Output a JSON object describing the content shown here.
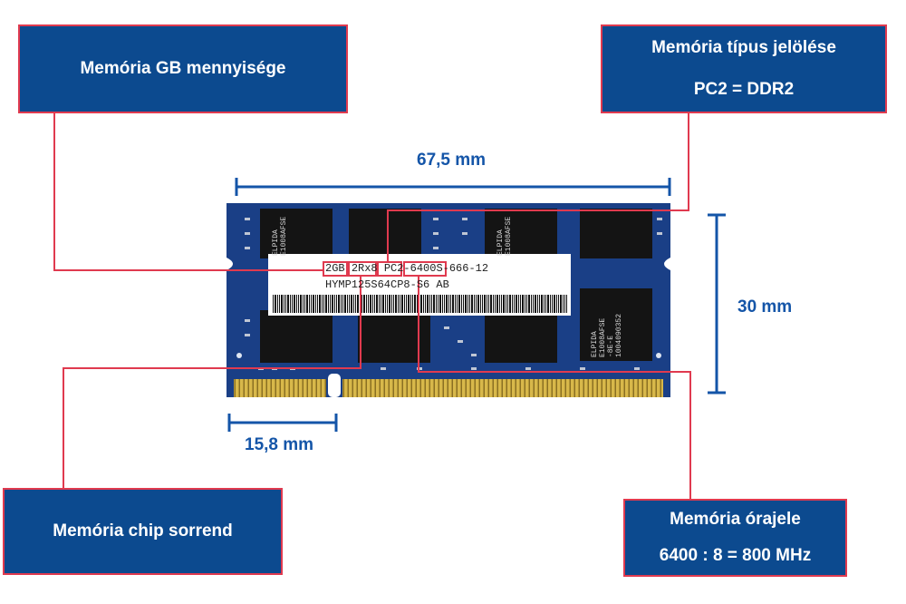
{
  "callouts": {
    "gb_amount": "Memória GB mennyisége",
    "type_marking_line1": "Memória típus jelölése",
    "type_marking_line2": "PC2 = DDR2",
    "chip_order": "Memória chip sorrend",
    "clock_line1": "Memória órajele",
    "clock_line2": "6400 : 8 = 800 MHz"
  },
  "dimensions": {
    "width": "67,5 mm",
    "height": "30 mm",
    "notch": "15,8 mm"
  },
  "module_label": {
    "line1_parts": [
      "2GB",
      "2Rx8",
      "PC2-",
      "6400S-",
      "666-12"
    ],
    "line2": "HYMP125S64CP8-S6 AB"
  },
  "chip_marking": [
    "ELPIDA",
    "E1008AFSE",
    "-8E-E",
    "1004090352"
  ],
  "colors": {
    "callout_bg": "#0c4a8f",
    "callout_border": "#e03a4f",
    "dimension": "#1455a8",
    "pcb": "#1a3f86",
    "contacts": "#c9a437"
  }
}
